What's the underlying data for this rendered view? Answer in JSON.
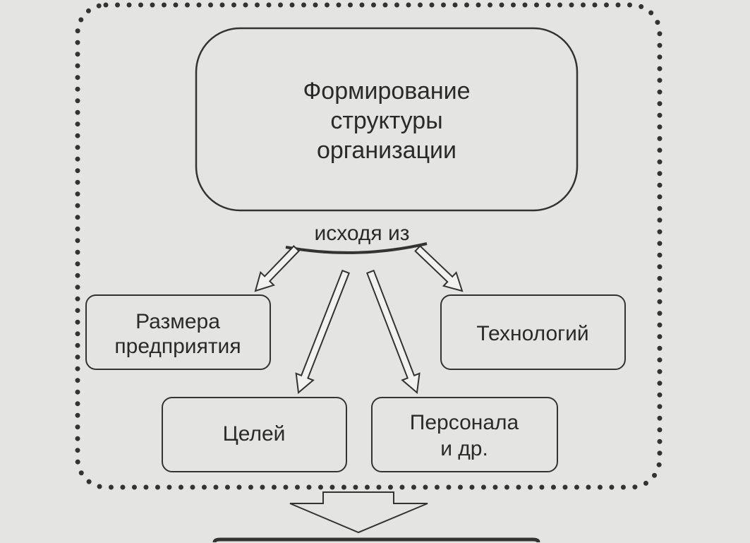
{
  "diagram": {
    "main_box": {
      "lines": [
        "Формирование",
        "структуры",
        "организации"
      ]
    },
    "connector_label": "исходя из",
    "factors": [
      {
        "lines": [
          "Размера",
          "предприятия"
        ]
      },
      {
        "lines": [
          "Технологий"
        ]
      },
      {
        "lines": [
          "Целей"
        ]
      },
      {
        "lines": [
          "Персонала",
          "и др."
        ]
      }
    ]
  },
  "colors": {
    "background": "#e4e4e2",
    "ink": "#2a2a2a"
  }
}
